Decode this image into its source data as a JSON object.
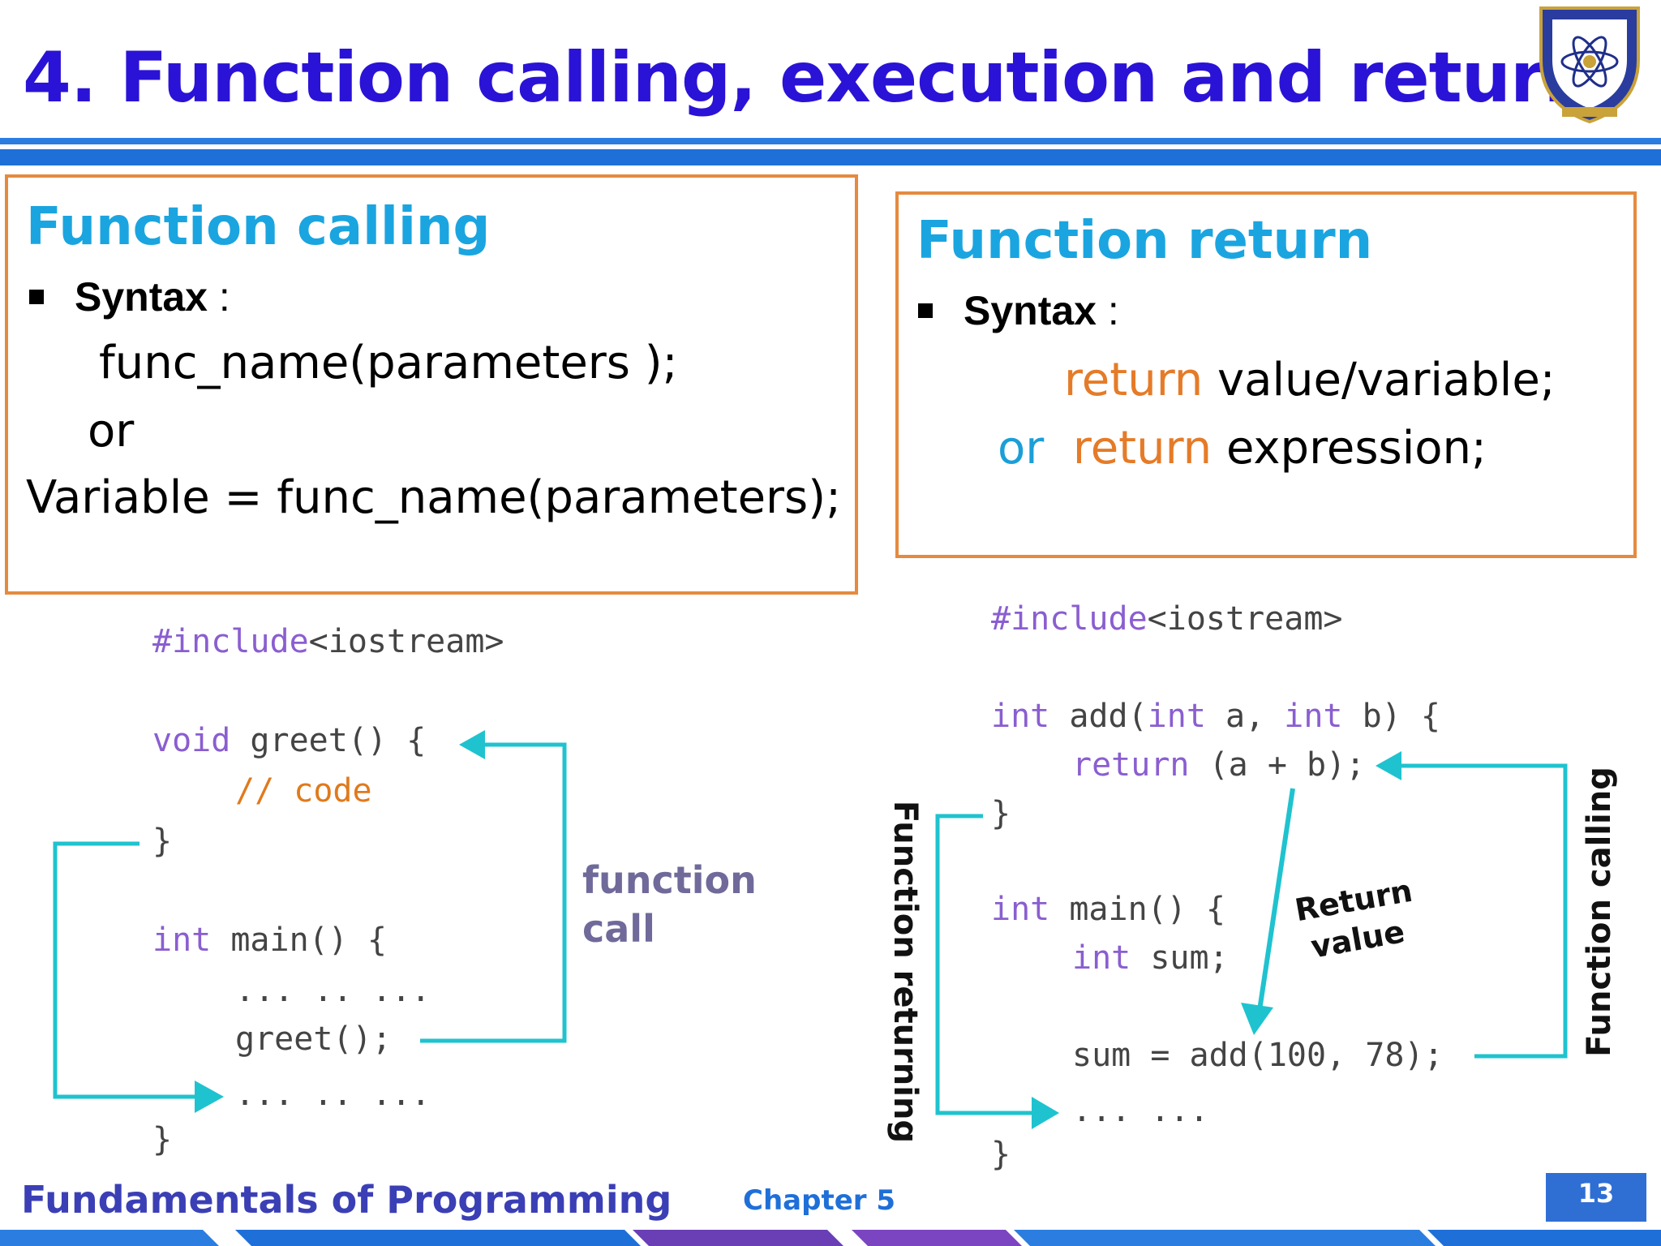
{
  "slide": {
    "title": "4. Function calling, execution and return",
    "footer_course": "Fundamentals of Programming",
    "footer_chapter": "Chapter 5",
    "page_number": "13"
  },
  "left_panel": {
    "heading": "Function calling",
    "bullet_label": "Syntax",
    "bullet_colon": " :",
    "line1": "func_name(parameters );",
    "line2": "or",
    "line3": "Variable = func_name(parameters);"
  },
  "right_panel": {
    "heading": "Function return",
    "bullet_label": "Syntax",
    "bullet_colon": " :",
    "line1_kw": "return",
    "line1_rest": " value/variable;",
    "line2_or": "or",
    "line2_kw": "return",
    "line2_rest": " expression;"
  },
  "left_code": {
    "include": "#include",
    "include_rest": "<iostream>",
    "void_kw": "void",
    "greet_sig": " greet() {",
    "comment": "// code",
    "close1": "}",
    "int_kw": "int",
    "main_sig": " main() {",
    "dots1": "... .. ...",
    "call": "greet();",
    "dots2": "... .. ...",
    "close2": "}",
    "label_line1": "function",
    "label_line2": "call"
  },
  "right_code": {
    "include": "#include",
    "include_rest": "<iostream>",
    "int_kw1": "int",
    "add_name": " add(",
    "int_kw2": "int",
    "param_a": " a, ",
    "int_kw3": "int",
    "param_b": " b) {",
    "return_kw": "return",
    "return_expr": " (a + b);",
    "close1": "}",
    "int_kw4": "int",
    "main_sig": " main() {",
    "int_kw5": "int",
    "sum_decl": " sum;",
    "assign": "sum = add(100, 78);",
    "dots": "... ...",
    "close2": "}",
    "label_returning": "Function returning",
    "label_calling": "Function calling",
    "label_return_value_1": "Return",
    "label_return_value_2": "value"
  },
  "colors": {
    "title": "#2a13d6",
    "heading": "#1aa5e0",
    "panel_border": "#e58a3f",
    "arrow": "#1fc3cf",
    "keyword_purple": "#8a5ed0",
    "keyword_orange": "#e57b28"
  }
}
